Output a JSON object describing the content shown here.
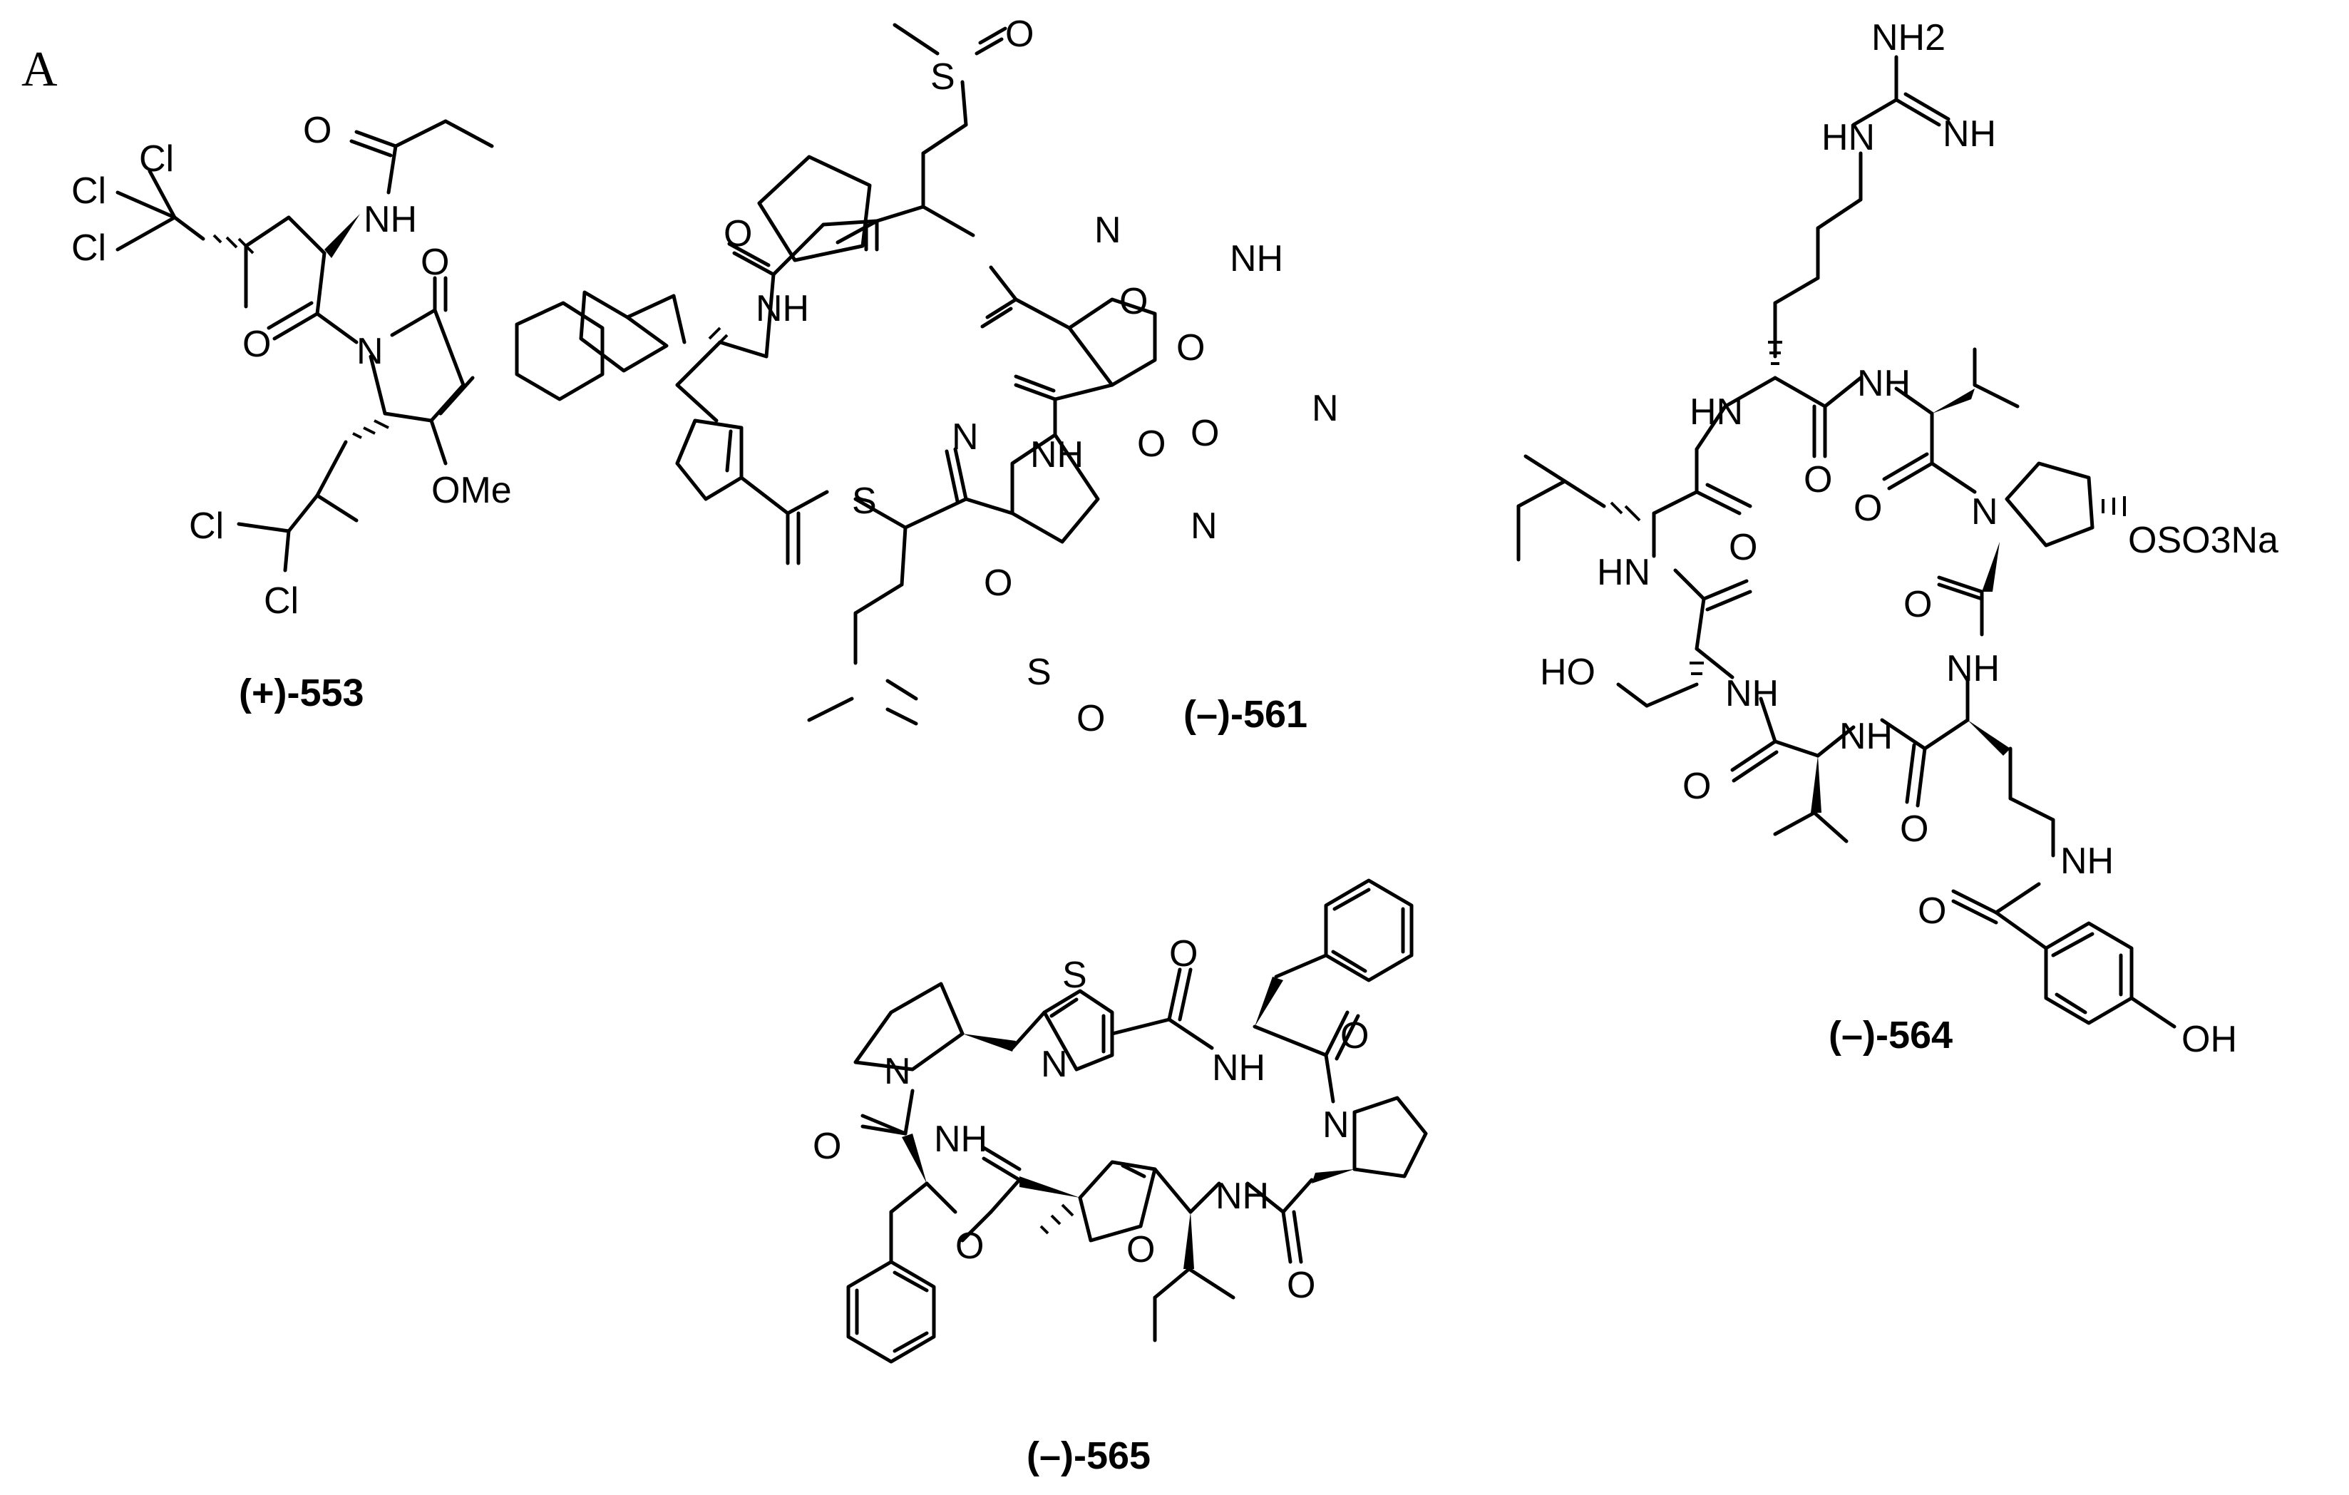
{
  "panel_label": "A",
  "compounds": [
    {
      "id": "(+)-553",
      "prefix": "(+)-",
      "number": "553"
    },
    {
      "id": "(–)-561",
      "prefix": "(–)-",
      "number": "561"
    },
    {
      "id": "(–)-564",
      "prefix": "(–)-",
      "number": "564"
    },
    {
      "id": "(–)-565",
      "prefix": "(–)-",
      "number": "565"
    }
  ],
  "atom_labels": {
    "c553": [
      "O",
      "NH",
      "Cl",
      "Cl",
      "Cl",
      "O",
      "N",
      "O",
      "OMe",
      "Cl",
      "Cl"
    ],
    "c561": [
      "S",
      "O",
      "O",
      "N",
      "NH",
      "O",
      "NH",
      "O",
      "N",
      "O",
      "S",
      "N",
      "NH",
      "O",
      "N",
      "O",
      "S",
      "O"
    ],
    "c564": [
      "NH2",
      "HN",
      "NH",
      "HN",
      "NH",
      "O",
      "O",
      "N",
      "OSO3Na",
      "HN",
      "O",
      "HO",
      "NH",
      "O",
      "NH",
      "O",
      "NH",
      "O",
      "NH",
      "O",
      "OH"
    ],
    "c565": [
      "S",
      "N",
      "O",
      "NH",
      "N",
      "O",
      "O",
      "NH",
      "N",
      "O",
      "NH",
      "O",
      "O"
    ]
  }
}
